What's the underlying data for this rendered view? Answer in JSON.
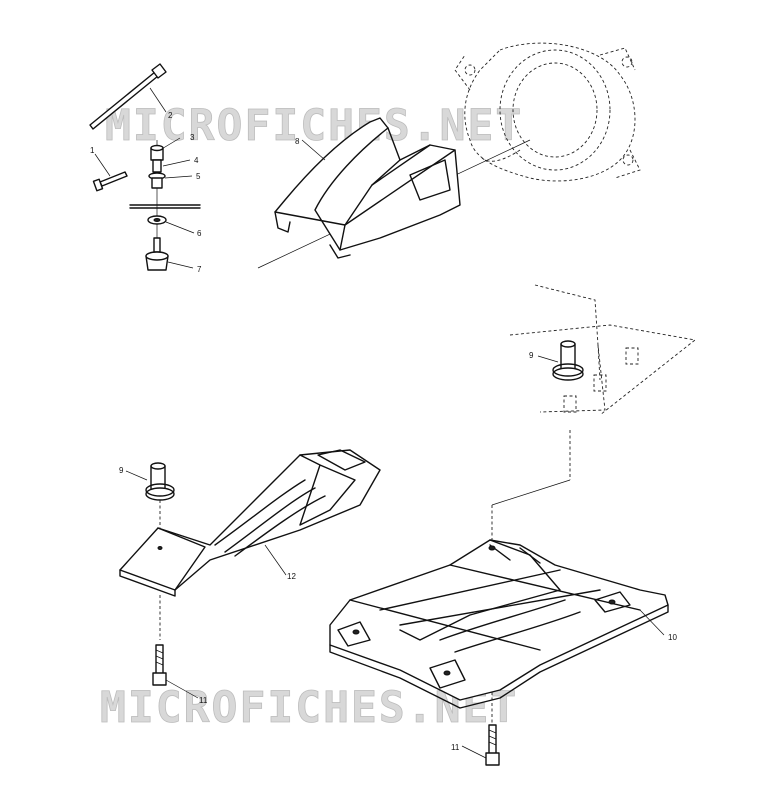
{
  "watermark": {
    "text": "MICROFICHES.NET",
    "color": "#d3d3d3"
  },
  "callouts": {
    "c1": "1",
    "c2": "2",
    "c3": "3",
    "c4": "4",
    "c5": "5",
    "c6": "6",
    "c7": "7",
    "c8": "8",
    "c9a": "9",
    "c9b": "9",
    "c10": "10",
    "c11a": "11",
    "c11b": "11",
    "c12": "12"
  }
}
